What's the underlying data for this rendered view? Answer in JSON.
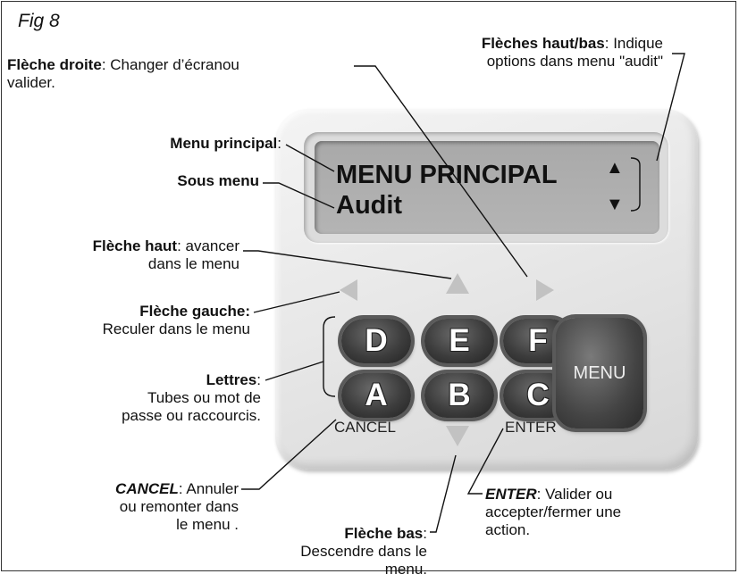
{
  "figure_label": "Fig 8",
  "screen": {
    "line1": "MENU PRINCIPAL",
    "line2": "Audit",
    "up_arrow": "▲",
    "down_arrow": "▼"
  },
  "keys": {
    "top_row": [
      "D",
      "E",
      "F"
    ],
    "bottom_row": [
      "A",
      "B",
      "C"
    ],
    "menu": "MENU",
    "cancel_text": "CANCEL",
    "enter_text": "ENTER"
  },
  "annotations": {
    "fleche_droite": {
      "bold": "Flèche droite",
      "line1": ": Changer d’écranou",
      "line2": "valider."
    },
    "fleches_haut_bas": {
      "bold": "Flèches haut/bas",
      "line1": ": Indique",
      "line2": "options dans menu \"audit\""
    },
    "menu_principal": {
      "bold": "Menu principal",
      "line1": ":"
    },
    "sous_menu": {
      "bold": "Sous menu"
    },
    "fleche_haut": {
      "bold": "Flèche haut",
      "line1": ": avancer",
      "line2": "dans le menu"
    },
    "fleche_gauche": {
      "bold": "Flèche gauche:",
      "line2": "Reculer dans le menu"
    },
    "lettres": {
      "bold": "Lettres",
      "line1": ":",
      "line2": "Tubes ou mot de",
      "line3": "passe ou raccourcis."
    },
    "cancel": {
      "bold": "CANCEL",
      "line1": ": Annuler",
      "line2": "ou remonter dans",
      "line3": "le menu ."
    },
    "fleche_bas": {
      "bold": "Flèche bas",
      "line1": ":",
      "line2": "Descendre dans le",
      "line3": "menu."
    },
    "enter": {
      "bold": "ENTER",
      "line1": ": Valider  ou",
      "line2": "accepter/fermer une",
      "line3": "action."
    }
  }
}
